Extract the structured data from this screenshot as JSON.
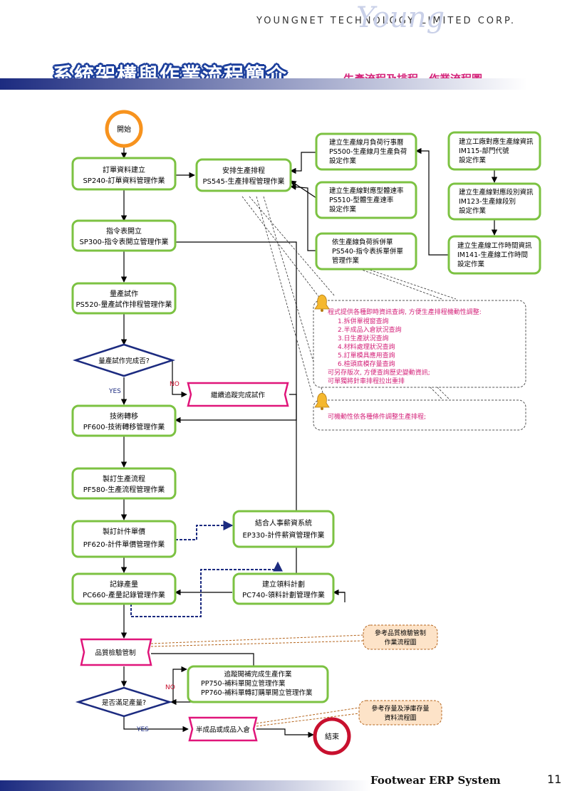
{
  "header": {
    "company": "YOUNGNET TECHNOLOGY LIMITED CORP.",
    "logo_text": "Young",
    "title": "系統架構與作業流程簡介",
    "subtitle": "生產流程及排程　作業流程圖"
  },
  "footer": {
    "title": "Footwear ERP System",
    "page": "11"
  },
  "colors": {
    "box_border": "#7cc242",
    "magenta": "#e0157a",
    "navy": "#1c2b80",
    "orange": "#f7931e",
    "red": "#c8102e"
  },
  "nodes": {
    "start": "開始",
    "order": [
      "訂單資料建立",
      "SP240-訂單資料管理作業"
    ],
    "schedule": [
      "安排生產排程",
      "PS545-生產排程管理作業"
    ],
    "ps500": [
      "建立生產線月負荷行事曆",
      "PS500-生產線月生產負荷",
      "設定作業"
    ],
    "ps510": [
      "建立生產線對應型體速率",
      "PS510-型體生產速率",
      "設定作業"
    ],
    "ps540": [
      "依生產線負荷拆併單",
      "PS540-指令表拆單併單",
      "管理作業"
    ],
    "im115": [
      "建立工廠對應生產線資訊",
      "IM115-部門代號",
      "設定作業"
    ],
    "im123": [
      "建立生產線對應段別資訊",
      "IM123-生產線段別",
      "設定作業"
    ],
    "im141": [
      "建立生產線工作時間資訊",
      "IM141-生產線工作時間",
      "設定作業"
    ],
    "sp300": [
      "指令表開立",
      "SP300-指令表開立管理作業"
    ],
    "ps520": [
      "量產試作",
      "PS520-量產試作排程管理作業"
    ],
    "decision1": "量產試作完成否?",
    "continue_trial": "繼續追蹤完成試作",
    "pf600": [
      "技術轉移",
      "PF600-技術轉移管理作業"
    ],
    "pf580": [
      "製訂生產流程",
      "PF580-生產流程管理作業"
    ],
    "pf620": [
      "製訂計件單價",
      "PF620-計件單價管理作業"
    ],
    "ep330": [
      "結合人事薪資系統",
      "EP330-計件薪資管理作業"
    ],
    "pc660": [
      "記錄產量",
      "PC660-產量記錄管理作業"
    ],
    "pc740": [
      "建立領料計劃",
      "PC740-領料計劃管理作業"
    ],
    "qc": "品質檢驗管制",
    "ref_qc": [
      "參考品質檢驗管制",
      "作業流程圖"
    ],
    "pp": [
      "追蹤開補完成生產作業",
      "PP750-補料單開立管理作業",
      "PP760-補料單轉訂購單開立管理作業"
    ],
    "decision2": "是否滿足產量?",
    "stock_in": "半成品或成品入倉",
    "ref_stock": [
      "參考存量及淨庫存量",
      "資料流程圖"
    ],
    "end": "結束"
  },
  "labels": {
    "yes": "YES",
    "no": "NO"
  },
  "notes": {
    "note1": [
      "程式提供各種即時資訊查詢, 方便生產排程機動性調整:",
      "1.拆併單視窗查詢",
      "2.半成品入倉狀況查詢",
      "3.日生產狀況查詢",
      "4.材料處理狀況查詢",
      "5.訂單模具應用查詢",
      "6.楦頭底模存量查詢",
      "可另存版次, 方便查詢歷史變動資訊;",
      "可單獨將針車排程拉出重排"
    ],
    "note2": "可機動性依各種條件調整生產排程;"
  }
}
